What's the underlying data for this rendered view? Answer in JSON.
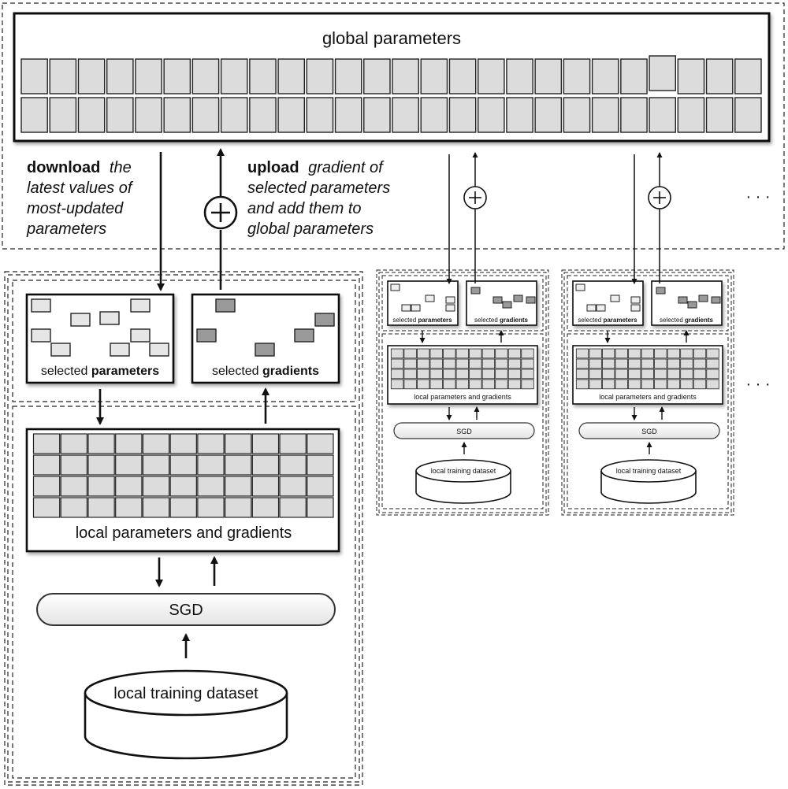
{
  "global": {
    "title": "global parameters"
  },
  "main_text": {
    "download_bold": "download",
    "download_line1_rest": "the",
    "download_line2": "latest values of",
    "download_line3": "most-updated",
    "download_line4": "parameters",
    "upload_bold": "upload",
    "upload_line1_rest": "gradient of",
    "upload_line2": "selected parameters",
    "upload_line3": "and add them to",
    "upload_line4": "global parameters"
  },
  "participant": {
    "selected_prefix": "selected",
    "parameters_word": "parameters",
    "gradients_word": "gradients",
    "local_params": "local parameters and gradients",
    "sgd": "SGD",
    "dataset": "local training dataset"
  },
  "ellipsis": "· · ·",
  "plus": "+"
}
